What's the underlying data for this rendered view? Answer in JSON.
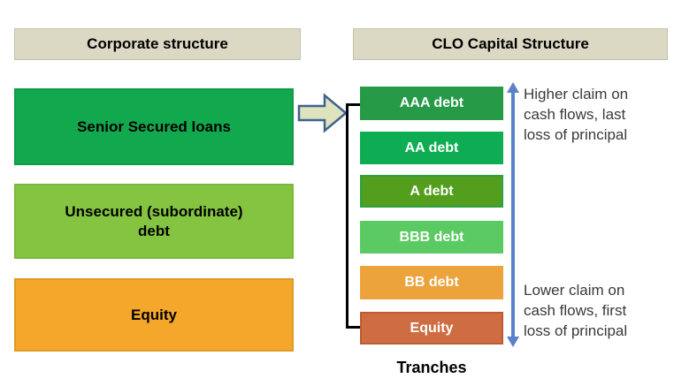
{
  "left_panel": {
    "header": "Corporate structure",
    "boxes": [
      {
        "label": "Senior Secured loans",
        "fill": "#12A94E",
        "border": "#0F9C48"
      },
      {
        "label": "Unsecured (subordinate)\ndebt",
        "fill": "#85C441",
        "border": "#7CB83B"
      },
      {
        "label": "Equity",
        "fill": "#F4A72B",
        "border": "#DE9A22"
      }
    ]
  },
  "right_panel": {
    "header": "CLO Capital Structure",
    "tranches": [
      {
        "label": "AAA debt",
        "fill": "#279A48",
        "border": "#279A48"
      },
      {
        "label": "AA debt",
        "fill": "#0FAD53",
        "border": "#0FAD53"
      },
      {
        "label": "A debt",
        "fill": "#549E1D",
        "border": "#2BA244"
      },
      {
        "label": "BBB debt",
        "fill": "#5BCA62",
        "border": "#5BCA62"
      },
      {
        "label": "BB debt",
        "fill": "#EDA33C",
        "border": "#EDA33C"
      },
      {
        "label": "Equity",
        "fill": "#CE6C42",
        "border": "#BE5B34"
      }
    ],
    "tranche_text_color": "#FFFFFF",
    "axis_label": "Tranches",
    "top_note": "Higher claim on\ncash flows, last\nloss of principal",
    "bottom_note": "Lower claim on\ncash flows, first\nloss of principal"
  },
  "decorations": {
    "header_fill": "#DBD8C3",
    "header_border": "#C6C2AC",
    "flow_arrow_fill": "#DDE3BC",
    "flow_arrow_border": "#3E618F",
    "bracket_color": "#000000",
    "claim_arrow_color": "#5B82C6",
    "note_text_color": "#3A3A3A"
  }
}
